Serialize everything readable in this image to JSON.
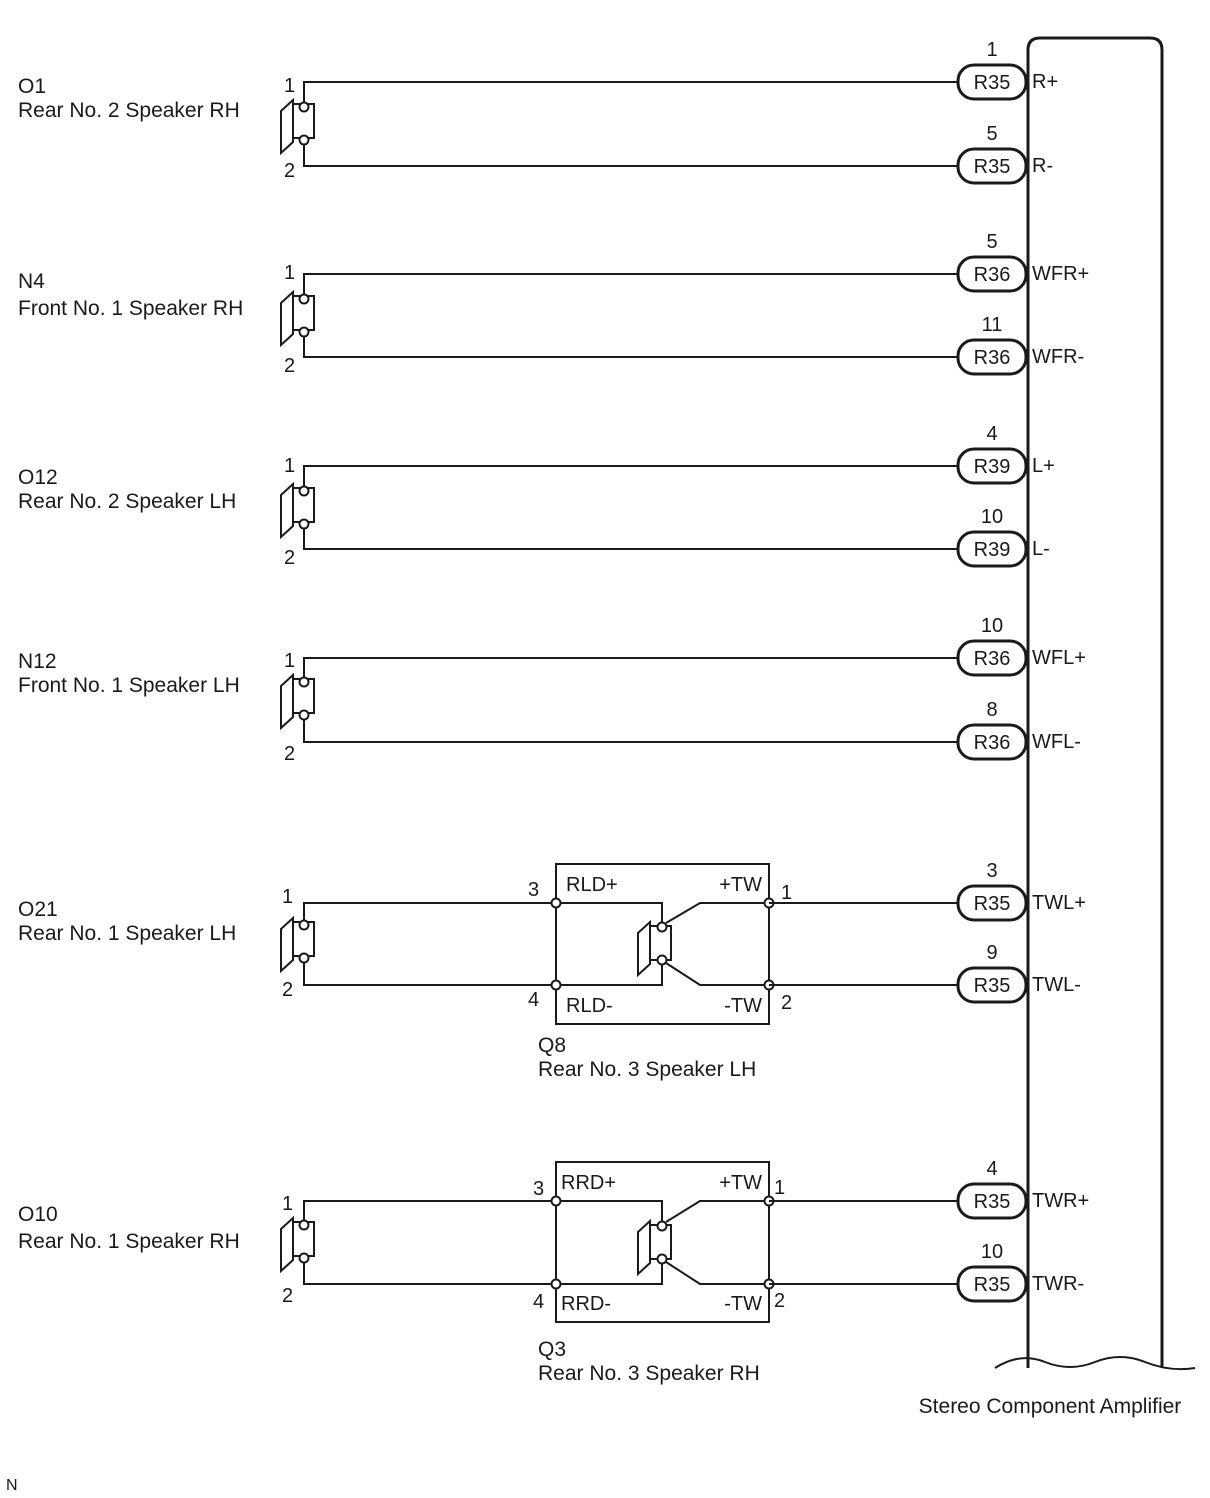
{
  "amplifier": {
    "label": "Stereo Component Amplifier",
    "pins": [
      {
        "pin": "1",
        "connector": "R35",
        "signal": "R+"
      },
      {
        "pin": "5",
        "connector": "R35",
        "signal": "R-"
      },
      {
        "pin": "5",
        "connector": "R36",
        "signal": "WFR+"
      },
      {
        "pin": "11",
        "connector": "R36",
        "signal": "WFR-"
      },
      {
        "pin": "4",
        "connector": "R39",
        "signal": "L+"
      },
      {
        "pin": "10",
        "connector": "R39",
        "signal": "L-"
      },
      {
        "pin": "10",
        "connector": "R36",
        "signal": "WFL+"
      },
      {
        "pin": "8",
        "connector": "R36",
        "signal": "WFL-"
      },
      {
        "pin": "3",
        "connector": "R35",
        "signal": "TWL+"
      },
      {
        "pin": "9",
        "connector": "R35",
        "signal": "TWL-"
      },
      {
        "pin": "4",
        "connector": "R35",
        "signal": "TWR+"
      },
      {
        "pin": "10",
        "connector": "R35",
        "signal": "TWR-"
      }
    ]
  },
  "speakers": [
    {
      "code": "O1",
      "name": "Rear No. 2 Speaker RH",
      "pin_plus": "1",
      "pin_minus": "2"
    },
    {
      "code": "N4",
      "name": "Front No. 1 Speaker RH",
      "pin_plus": "1",
      "pin_minus": "2"
    },
    {
      "code": "O12",
      "name": "Rear No. 2 Speaker LH",
      "pin_plus": "1",
      "pin_minus": "2"
    },
    {
      "code": "N12",
      "name": "Front No. 1 Speaker LH",
      "pin_plus": "1",
      "pin_minus": "2"
    },
    {
      "code": "O21",
      "name": "Rear No. 1 Speaker LH",
      "pin_plus": "1",
      "pin_minus": "2"
    },
    {
      "code": "O10",
      "name": "Rear No. 1 Speaker RH",
      "pin_plus": "1",
      "pin_minus": "2"
    }
  ],
  "tweeters": [
    {
      "code": "Q8",
      "name": "Rear No. 3 Speaker LH",
      "in_plus": "RLD+",
      "in_minus": "RLD-",
      "out_plus": "+TW",
      "out_minus": "-TW",
      "pin_in_plus": "3",
      "pin_in_minus": "4",
      "pin_out_plus": "1",
      "pin_out_minus": "2"
    },
    {
      "code": "Q3",
      "name": "Rear No. 3 Speaker RH",
      "in_plus": "RRD+",
      "in_minus": "RRD-",
      "out_plus": "+TW",
      "out_minus": "-TW",
      "pin_in_plus": "3",
      "pin_in_minus": "4",
      "pin_out_plus": "1",
      "pin_out_minus": "2"
    }
  ],
  "footer_mark": "N"
}
